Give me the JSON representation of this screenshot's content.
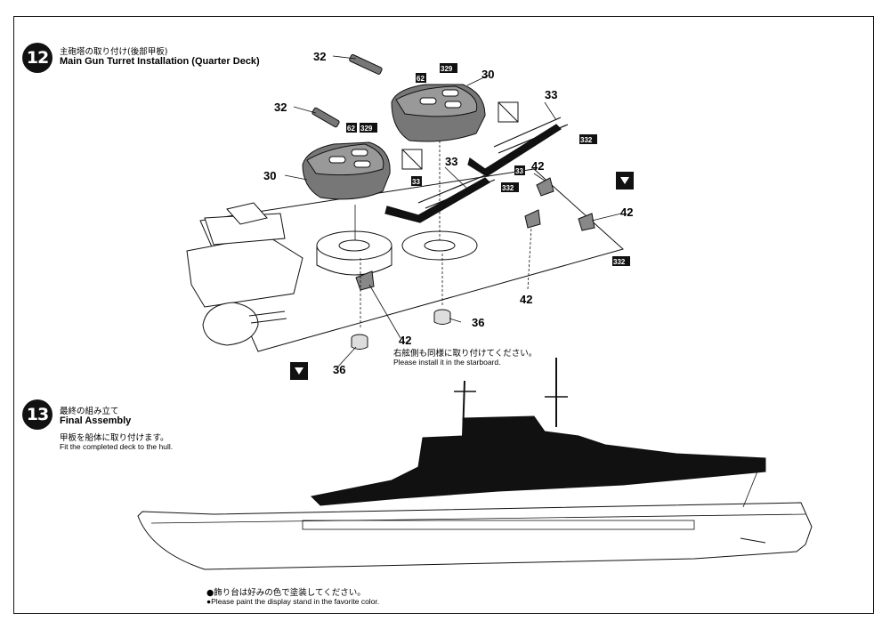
{
  "step12": {
    "number": "12",
    "title_jp": "主砲塔の取り付け(後部甲板)",
    "title_en": "Main Gun Turret Installation (Quarter Deck)",
    "note_jp": "右舷側も同様に取り付けてください。",
    "note_en": "Please install it in the starboard."
  },
  "step13": {
    "number": "13",
    "title_jp": "最終の組み立て",
    "title_en": "Final Assembly",
    "instr_jp": "甲板を船体に取り付けます。",
    "instr_en": "Fit the completed deck to the hull."
  },
  "parts": {
    "p32": "32",
    "p30": "30",
    "p33": "33",
    "p36": "36",
    "p42": "42",
    "b62": "62",
    "b329": "329",
    "b33": "33",
    "b332": "332"
  },
  "footer": {
    "note_jp": "●飾り台は好みの色で塗装してください。",
    "note_en": "●Please paint the display stand in the favorite color."
  }
}
